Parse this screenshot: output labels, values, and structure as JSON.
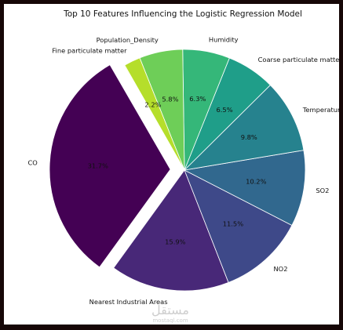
{
  "chart_data": {
    "type": "pie",
    "title": "Top 10 Features Influencing the Logistic Regression Model",
    "slices": [
      {
        "label": "CO",
        "value": 31.7,
        "pct_text": "31.7%",
        "color": "#440154",
        "explode": true
      },
      {
        "label": "Nearest Industrial Areas",
        "value": 15.9,
        "pct_text": "15.9%",
        "color": "#482878"
      },
      {
        "label": "NO2",
        "value": 11.5,
        "pct_text": "11.5%",
        "color": "#3e4989"
      },
      {
        "label": "SO2",
        "value": 10.2,
        "pct_text": "10.2%",
        "color": "#31688e"
      },
      {
        "label": "Temperature",
        "value": 9.8,
        "pct_text": "9.8%",
        "color": "#26828e"
      },
      {
        "label": "Coarse particulate matter",
        "value": 6.5,
        "pct_text": "6.5%",
        "color": "#1f9e89"
      },
      {
        "label": "Humidity",
        "value": 6.3,
        "pct_text": "6.3%",
        "color": "#35b779"
      },
      {
        "label": "Population_Density",
        "value": 5.8,
        "pct_text": "5.8%",
        "color": "#6ece58"
      },
      {
        "label": "Fine particulate matter",
        "value": 2.2,
        "pct_text": "2.2%",
        "color": "#b5de2b"
      },
      {
        "label": "",
        "value": 0.1,
        "pct_text": "",
        "color": "#fde725"
      }
    ]
  },
  "watermark": {
    "arabic": "مستقل",
    "latin": "mostaql.com"
  }
}
